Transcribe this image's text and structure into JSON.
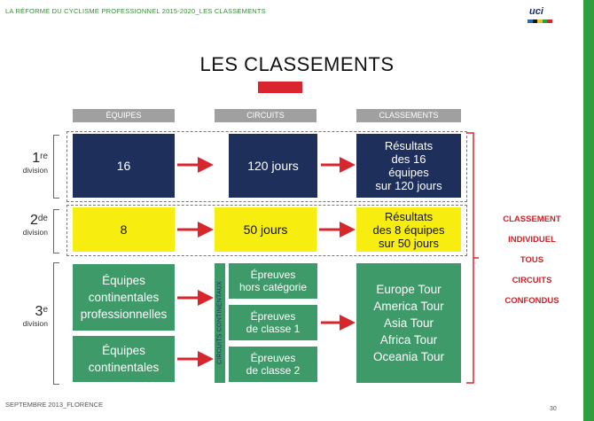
{
  "header": {
    "text": "LA RÉFORME DU CYCLISME PROFESSIONNEL 2015-2020_LES CLASSEMENTS"
  },
  "logo": {
    "text": "uci",
    "colors": [
      "#1b6bb8",
      "#111111",
      "#e6c229",
      "#2e9e3e",
      "#d9262e"
    ]
  },
  "title": "LES CLASSEMENTS",
  "columns": [
    "ÉQUIPES",
    "CIRCUITS",
    "CLASSEMENTS"
  ],
  "divisions": [
    {
      "num": "1",
      "sup": "re",
      "label": "division"
    },
    {
      "num": "2",
      "sup": "de",
      "label": "division"
    },
    {
      "num": "3",
      "sup": "e",
      "label": "division"
    }
  ],
  "row1": {
    "teams": "16",
    "circuits": "120 jours",
    "result": [
      "Résultats",
      "des 16",
      "équipes",
      "sur 120 jours"
    ]
  },
  "row2": {
    "teams": "8",
    "circuits": "50 jours",
    "result": [
      "Résultats",
      "des 8 équipes",
      "sur 50 jours"
    ]
  },
  "row3": {
    "teams_a": [
      "Équipes",
      "continentales",
      "professionnelles"
    ],
    "teams_b": [
      "Équipes",
      "continentales"
    ],
    "vertical": "CIRCUITS CONTINENTAUX",
    "events": [
      [
        "Épreuves",
        "hors catégorie"
      ],
      [
        "Épreuves",
        "de classe 1"
      ],
      [
        "Épreuves",
        "de classe 2"
      ]
    ],
    "tours": [
      "Europe Tour",
      "America Tour",
      "Asia Tour",
      "Africa Tour",
      "Oceania Tour"
    ]
  },
  "classement": [
    "CLASSEMENT",
    "INDIVIDUEL",
    "TOUS",
    "CIRCUITS",
    "CONFONDUS"
  ],
  "footer": "SEPTEMBRE 2013_FLORENCE",
  "page_number": "30",
  "colors": {
    "navy": "#1e2f5b",
    "yellow": "#f7ee0f",
    "green": "#3f9a6a",
    "red": "#d9262e",
    "gray": "#a0a0a0"
  }
}
